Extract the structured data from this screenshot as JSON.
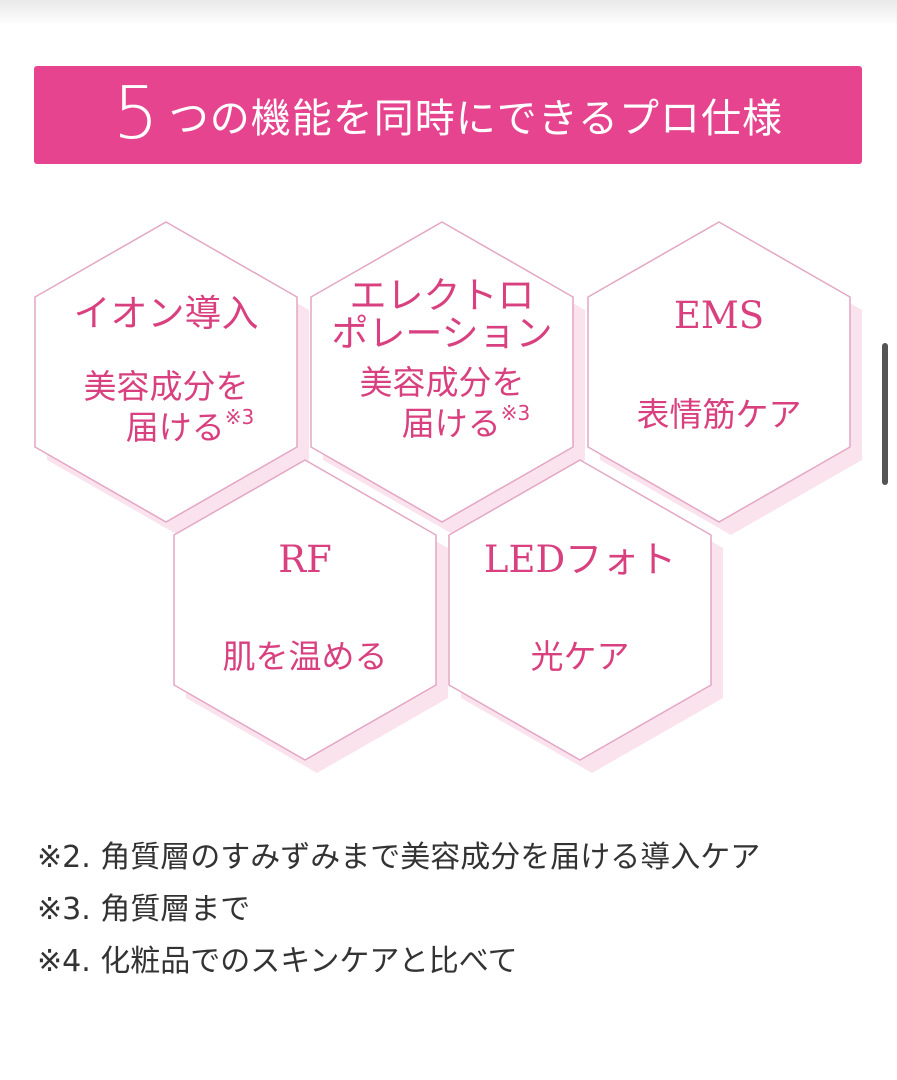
{
  "header": {
    "number": "5",
    "title": "つの機能を同時にできるプロ仕様"
  },
  "features": [
    {
      "title_lines": [
        "イオン導入"
      ],
      "desc_line1": "美容成分を",
      "desc_line2": "届ける",
      "note": "※3"
    },
    {
      "title_lines": [
        "エレクトロ",
        "ポレーション"
      ],
      "desc_line1": "美容成分を",
      "desc_line2": "届ける",
      "note": "※3"
    },
    {
      "title_lines": [
        "EMS"
      ],
      "desc_line1": "表情筋ケア"
    },
    {
      "title_lines": [
        "RF"
      ],
      "desc_line1": "肌を温める"
    },
    {
      "title_lines": [
        "LEDフォト"
      ],
      "desc_line1": "光ケア"
    }
  ],
  "footnotes": [
    "※2. 角質層のすみずみまで美容成分を届ける導入ケア",
    "※3. 角質層まで",
    "※4. 化粧品でのスキンケアと比べて"
  ],
  "colors": {
    "accent": "#e6448f",
    "hex_text": "#d9407f",
    "hex_shadow": "#fbe3ee",
    "hex_border": "#e3a6c4"
  }
}
